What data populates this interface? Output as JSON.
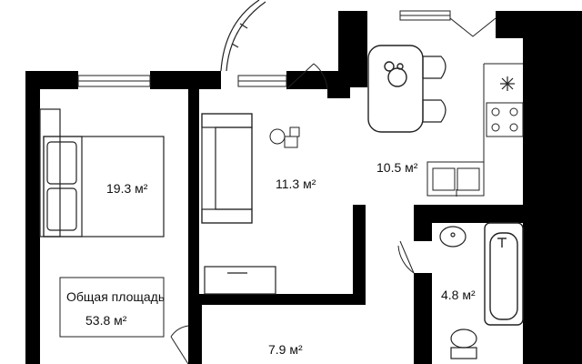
{
  "rooms": {
    "bedroom": {
      "area": "19.3 м²"
    },
    "living": {
      "area": "11.3 м²"
    },
    "kitchen": {
      "area": "10.5 м²"
    },
    "bathroom": {
      "area": "4.8 м²"
    },
    "hall": {
      "area": "7.9 м²"
    }
  },
  "total": {
    "label": "Общая площадь",
    "value": "53.8 м²"
  },
  "colors": {
    "wall": "#000000",
    "line": "#222222",
    "background": "#ffffff"
  },
  "icons": [
    "bed-icon",
    "sofa-icon",
    "table-icon",
    "chair-icon",
    "stove-icon",
    "sink-icon",
    "bathtub-icon",
    "toilet-icon",
    "washbasin-icon",
    "window-icon",
    "door-icon",
    "ceiling-light-icon",
    "snowflake-icon"
  ]
}
